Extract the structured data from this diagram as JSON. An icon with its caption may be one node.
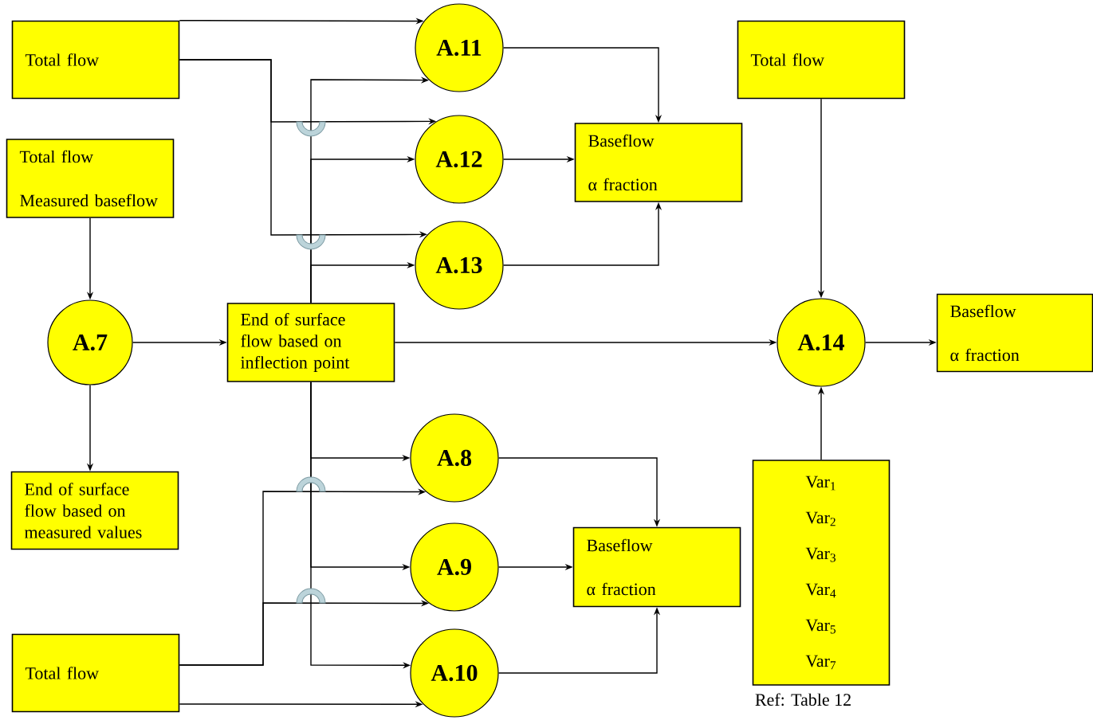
{
  "diagram": {
    "nodes": [
      {
        "text": [
          "Total flow"
        ]
      },
      {
        "text": [
          "Total flow",
          "Measured baseflow"
        ]
      },
      {
        "text": [
          "A.7"
        ]
      },
      {
        "text": [
          "End of surface flow based on measured values"
        ]
      },
      {
        "text": [
          "End of surface flow based on inflection point"
        ]
      },
      {
        "text": [
          "A.11"
        ]
      },
      {
        "text": [
          "A.12"
        ]
      },
      {
        "text": [
          "A.13"
        ]
      },
      {
        "text": [
          "Baseflow",
          "α fraction"
        ]
      },
      {
        "text": [
          "Total flow"
        ]
      },
      {
        "text": [
          "A.14"
        ]
      },
      {
        "text": [
          "Baseflow",
          "α fraction"
        ]
      },
      {
        "text": [
          "A.8"
        ]
      },
      {
        "text": [
          "A.9"
        ]
      },
      {
        "text": [
          "A.10"
        ]
      },
      {
        "text": [
          "Baseflow",
          "α fraction"
        ]
      },
      {
        "text": [
          "Var$_{1}$",
          "Var$_{2}$",
          "Var$_{3}$",
          "Var$_{4}$",
          "Var$_{5}$",
          "Var$_{7}$"
        ],
        "beside": [
          "Ref: Table 12"
        ]
      },
      {
        "text": [
          "Total flow"
        ]
      }
    ],
    "edges": [
      {
        "from": 0,
        "to": 5,
        "arrow": "to"
      },
      {
        "from": 0,
        "to": 6,
        "arrow": "to"
      },
      {
        "from": 0,
        "to": 7,
        "arrow": "to"
      },
      {
        "from": 4,
        "to": 5,
        "arrow": "to"
      },
      {
        "from": 4,
        "to": 6,
        "arrow": "to"
      },
      {
        "from": 4,
        "to": 7,
        "arrow": "to"
      },
      {
        "from": 4,
        "to": 12,
        "arrow": "to"
      },
      {
        "from": 17,
        "to": 12,
        "arrow": "to"
      },
      {
        "from": 4,
        "to": 13,
        "arrow": "to"
      },
      {
        "from": 17,
        "to": 13,
        "arrow": "to"
      },
      {
        "from": 4,
        "to": 14,
        "arrow": "to"
      },
      {
        "from": 17,
        "to": 14,
        "arrow": "to"
      },
      {
        "from": 1,
        "to": 2,
        "arrow": "to"
      },
      {
        "from": 2,
        "to": 3,
        "arrow": "to"
      },
      {
        "from": 2,
        "to": 4,
        "arrow": "to"
      },
      {
        "from": 4,
        "to": 10,
        "arrow": "to"
      },
      {
        "from": 9,
        "to": 10,
        "arrow": "to"
      },
      {
        "from": 16,
        "to": 10,
        "arrow": "to"
      },
      {
        "from": 10,
        "to": 11,
        "arrow": "to"
      },
      {
        "from": 5,
        "to": 8,
        "arrow": "to"
      },
      {
        "from": 6,
        "to": 8,
        "arrow": "to"
      },
      {
        "from": 7,
        "to": 8,
        "arrow": "to"
      },
      {
        "from": 12,
        "to": 15,
        "arrow": "to"
      },
      {
        "from": 13,
        "to": 15,
        "arrow": "to"
      },
      {
        "from": 14,
        "to": 15,
        "arrow": "to"
      }
    ]
  }
}
